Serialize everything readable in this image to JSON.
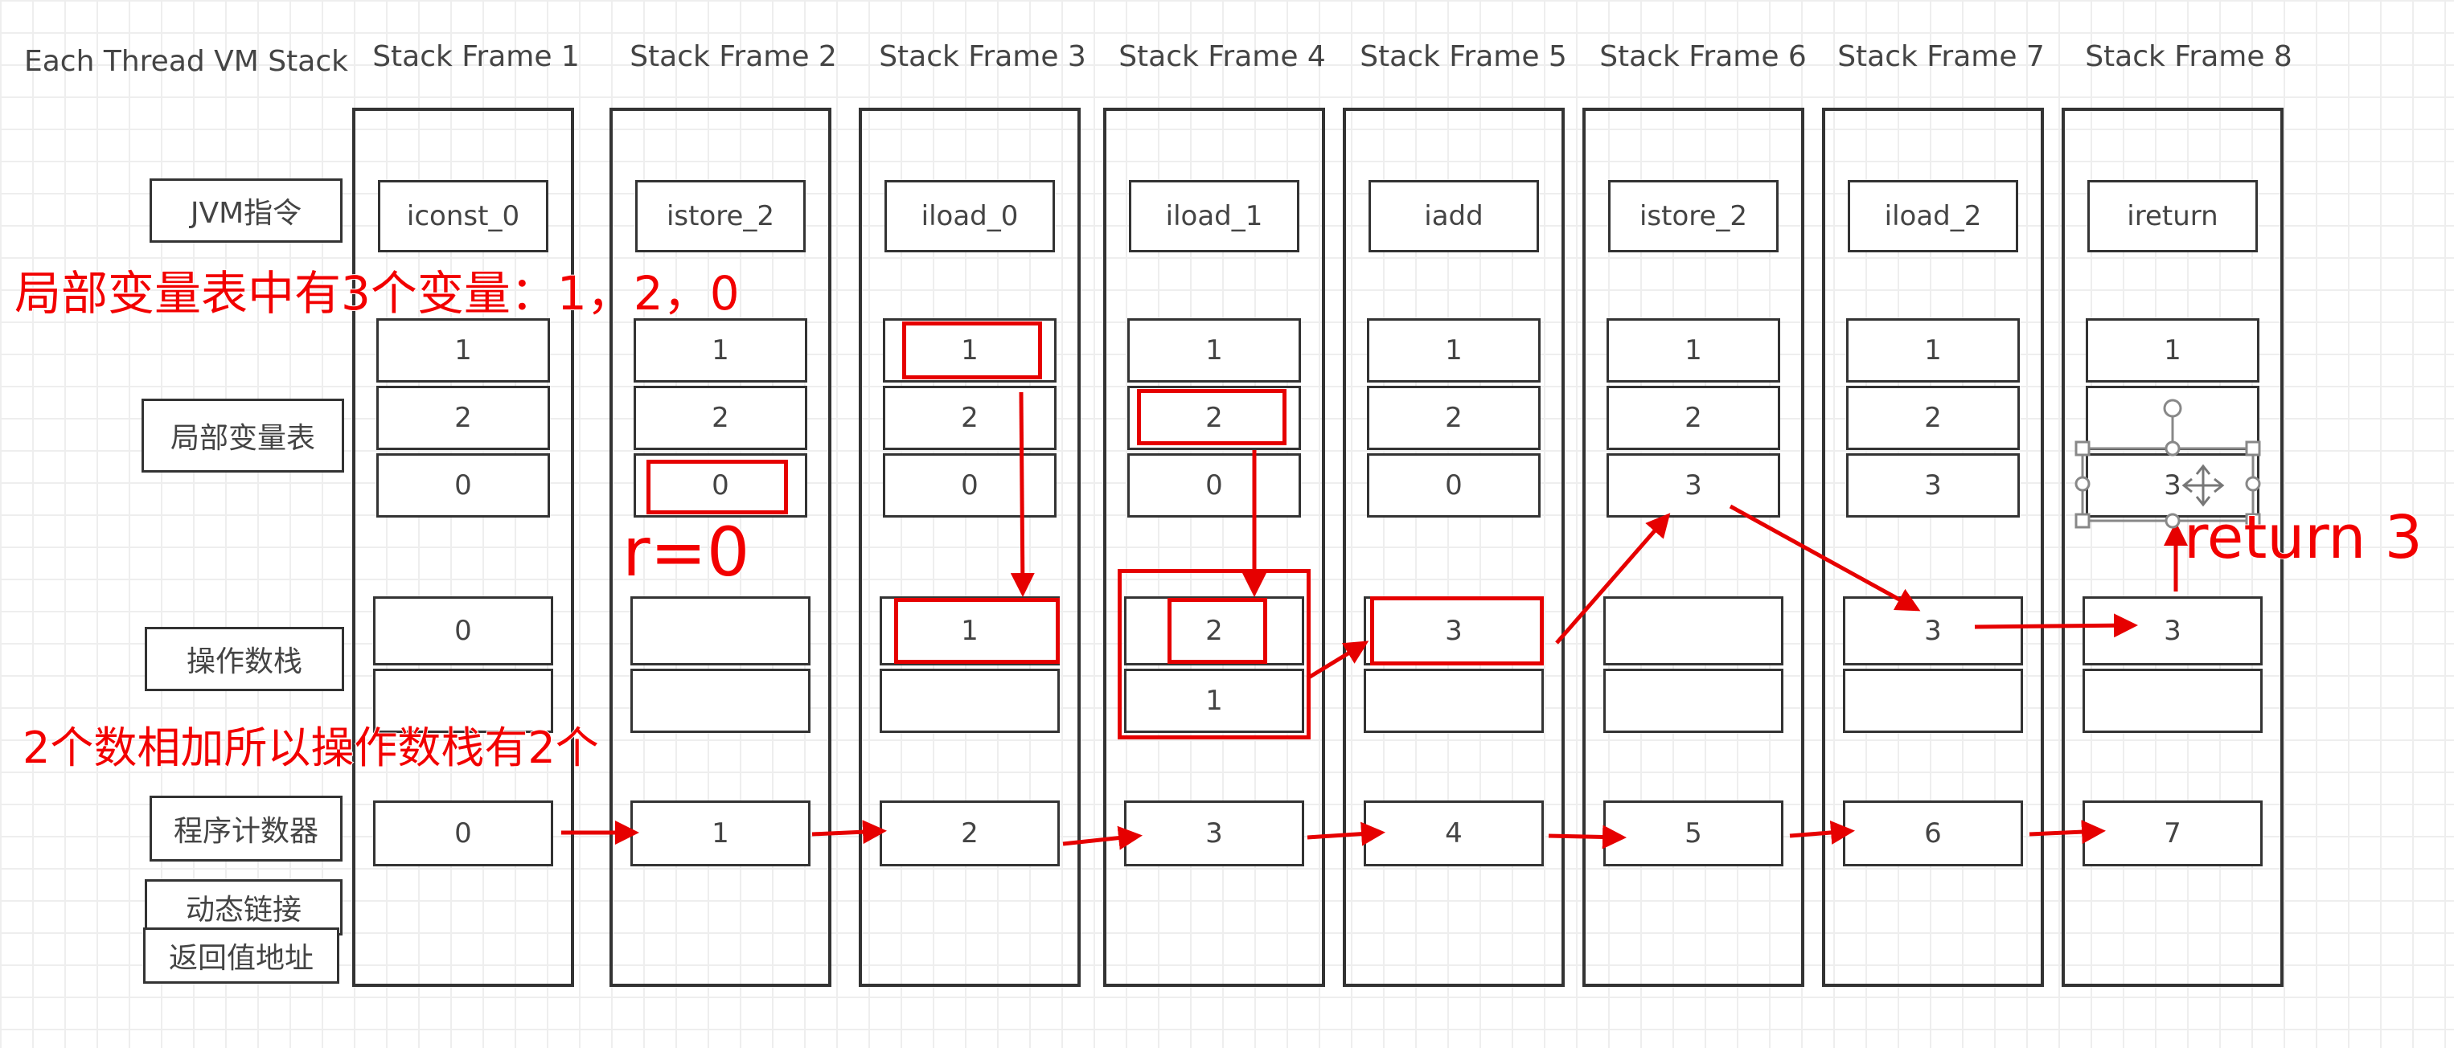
{
  "header": {
    "title": "Each Thread  VM Stack",
    "frames": [
      "Stack Frame 1",
      "Stack Frame 2",
      "Stack Frame 3",
      "Stack Frame 4",
      "Stack Frame 5",
      "Stack Frame 6",
      "Stack Frame 7",
      "Stack Frame 8"
    ]
  },
  "rows": {
    "jvm": "JVM指令",
    "locals": "局部变量表",
    "operand": "操作数栈",
    "pc": "程序计数器",
    "dynlink": "动态链接",
    "retaddr": "返回值地址"
  },
  "frames": [
    {
      "instr": "iconst_0",
      "locals": [
        "1",
        "2",
        "0"
      ],
      "stack": [
        "0",
        ""
      ],
      "pc": "0"
    },
    {
      "instr": "istore_2",
      "locals": [
        "1",
        "2",
        "0"
      ],
      "stack": [
        "",
        ""
      ],
      "pc": "1"
    },
    {
      "instr": "iload_0",
      "locals": [
        "1",
        "2",
        "0"
      ],
      "stack": [
        "1",
        ""
      ],
      "pc": "2"
    },
    {
      "instr": "iload_1",
      "locals": [
        "1",
        "2",
        "0"
      ],
      "stack": [
        "2",
        "1"
      ],
      "pc": "3"
    },
    {
      "instr": "iadd",
      "locals": [
        "1",
        "2",
        "0"
      ],
      "stack": [
        "3",
        ""
      ],
      "pc": "4"
    },
    {
      "instr": "istore_2",
      "locals": [
        "1",
        "2",
        "3"
      ],
      "stack": [
        "",
        ""
      ],
      "pc": "5"
    },
    {
      "instr": "iload_2",
      "locals": [
        "1",
        "2",
        "3"
      ],
      "stack": [
        "3",
        ""
      ],
      "pc": "6"
    },
    {
      "instr": "ireturn",
      "locals": [
        "1",
        "",
        "3"
      ],
      "stack": [
        "3",
        ""
      ],
      "pc": "7"
    }
  ],
  "annotations": {
    "locals_note": "局部变量表中有3个变量：1，2，0",
    "r_note": "r=0",
    "stack_note": "2个数相加所以操作数栈有2个",
    "return_note": "return 3"
  },
  "colors": {
    "accent": "#e60000",
    "border": "#333333"
  }
}
